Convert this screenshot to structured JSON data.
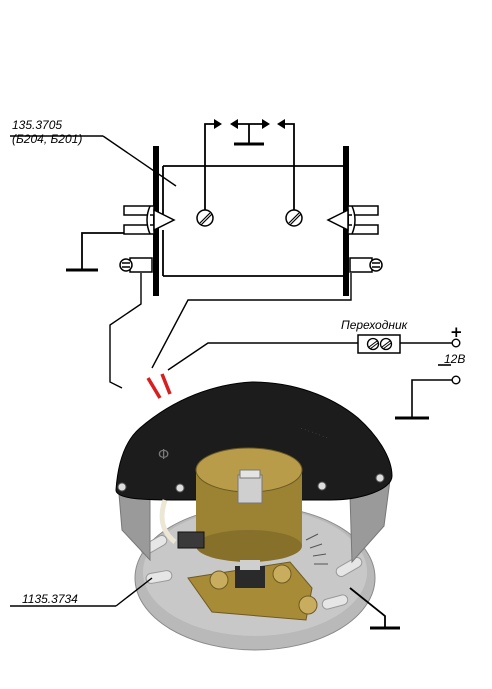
{
  "labels": {
    "coil_model": "135.3705",
    "coil_variants": "(Б204, Б201)",
    "adapter": "Переходник",
    "plus": "+",
    "voltage": "12В",
    "sensor_model": "1135.3734",
    "nameplate_mark": "Ф"
  },
  "colors": {
    "line": "#000000",
    "lead_red": "#d81e1e",
    "housing_black": "#1b1b1b",
    "brass": "#a48a3a",
    "aluminum": "#b8b8b8"
  }
}
